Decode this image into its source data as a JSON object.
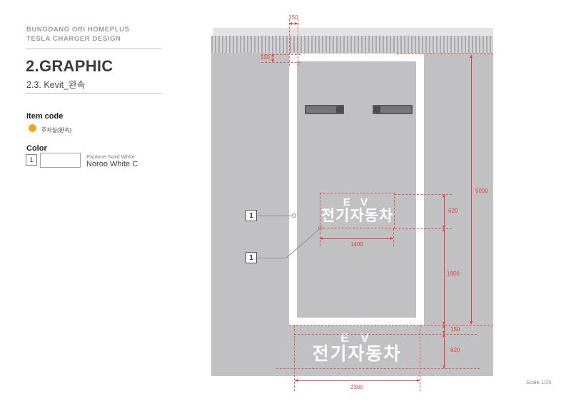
{
  "header": {
    "project_line1": "BUNGDANG ORI HOMEPLUS",
    "project_line2": "TESLA CHARGER DESIGN",
    "section_title": "2.GRAPHIC",
    "section_subtitle": "2.3. Kevit_완속"
  },
  "item_code": {
    "heading": "Item code",
    "items": [
      {
        "label": "주차실(완속)",
        "dot_color": "#f5a41f"
      }
    ]
  },
  "color_spec": {
    "heading": "Color",
    "swatches": [
      {
        "index": "1",
        "name_line1": "Pantone Soild White",
        "name_line2": "Noroo White C",
        "fill": "#ffffff"
      }
    ]
  },
  "drawing": {
    "stall_text": {
      "line1": "E V",
      "line2": "전기자동차"
    },
    "road_text": {
      "line1": "E V",
      "line2": "전기자동차"
    },
    "callouts": [
      {
        "label": "1"
      },
      {
        "label": "1"
      }
    ],
    "dims": {
      "stall_line_width": "150",
      "stall_line_offset": "150",
      "overall_height": "5000",
      "stall_text_height": "620",
      "stall_text_width": "1400",
      "text_to_bottom": "1800",
      "road_gap": "150",
      "road_text_height": "620",
      "stall_width": "2300"
    },
    "colors": {
      "ground": "#c1c1c3",
      "curb_band": "#e4e4e6",
      "hatch_bar": "#ababad",
      "stall_line": "#ffffff",
      "dimension_red": "#e0443c",
      "wheel_stop": "#77777b"
    }
  },
  "footer": {
    "scale_label": "Scale 1/25"
  }
}
